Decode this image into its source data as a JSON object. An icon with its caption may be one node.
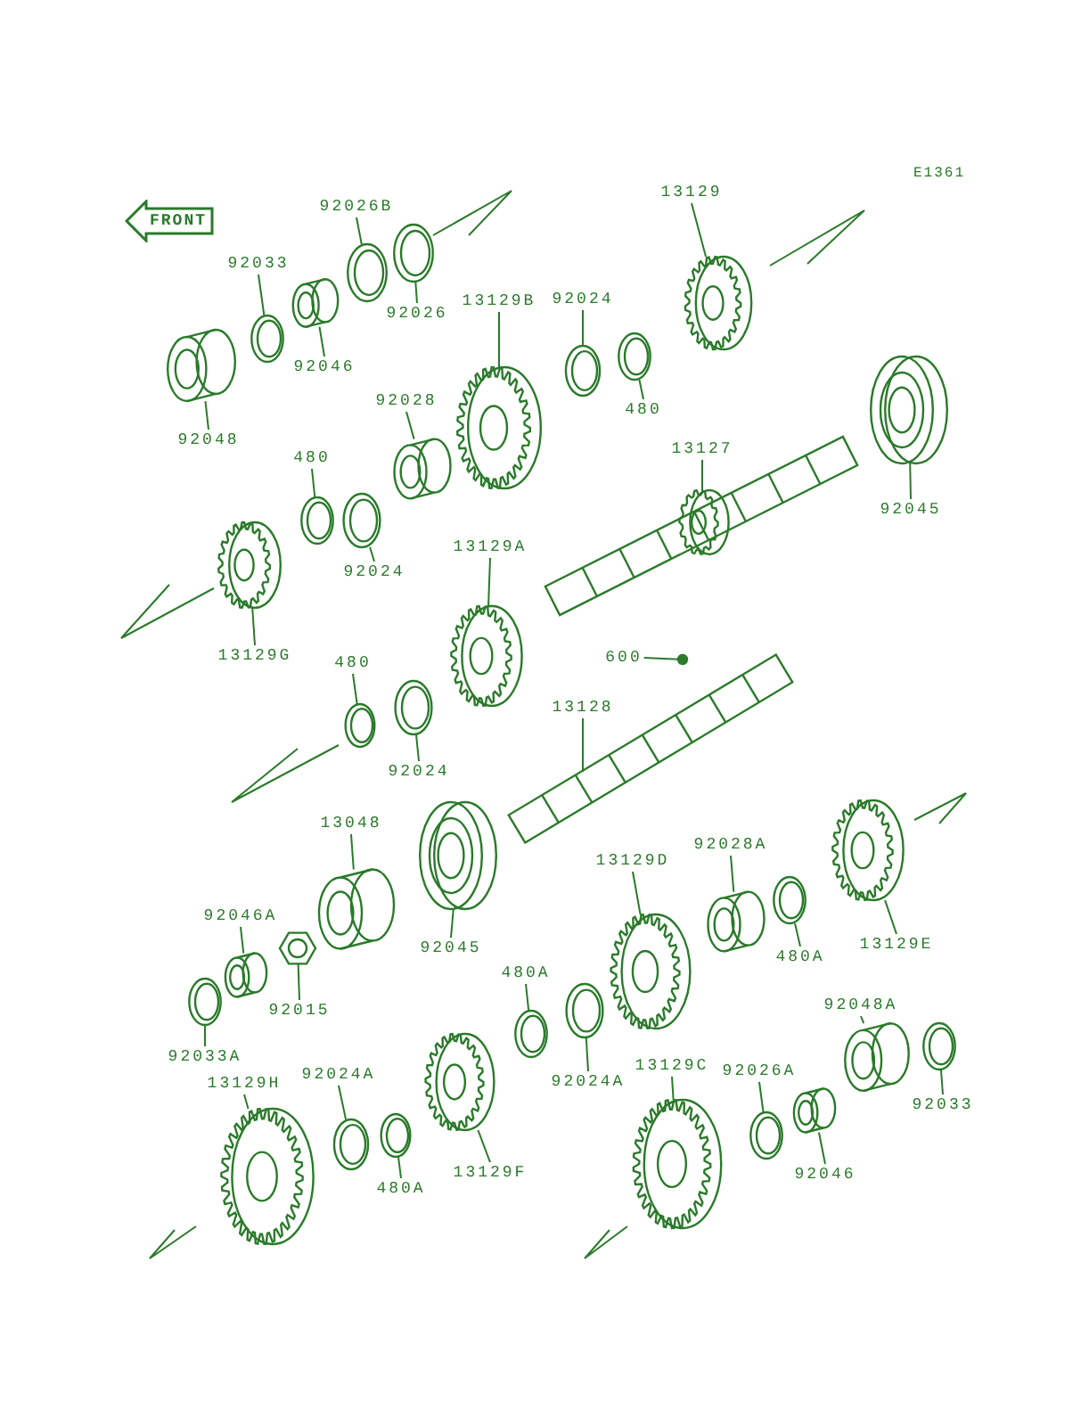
{
  "diagram": {
    "nodes": [
      {
        "text": [
          "FRONT"
        ]
      },
      {
        "text": [
          "92026B"
        ]
      },
      {
        "text": [
          "92033"
        ]
      },
      {
        "text": [
          "92026"
        ]
      },
      {
        "text": [
          "92046"
        ]
      },
      {
        "text": [
          "92048"
        ]
      },
      {
        "text": [
          "13129B"
        ]
      },
      {
        "text": [
          "92024"
        ]
      },
      {
        "text": [
          "480"
        ]
      },
      {
        "text": [
          "13129"
        ]
      },
      {
        "text": [
          "92045"
        ]
      },
      {
        "text": [
          "13127"
        ]
      },
      {
        "text": [
          "92028"
        ]
      },
      {
        "text": [
          "480"
        ]
      },
      {
        "text": [
          "92024"
        ]
      },
      {
        "text": [
          "13129G"
        ]
      },
      {
        "text": [
          "13129A"
        ]
      },
      {
        "text": [
          "600"
        ]
      },
      {
        "text": [
          "13128"
        ]
      },
      {
        "text": [
          "480"
        ]
      },
      {
        "text": [
          "92024"
        ]
      },
      {
        "text": [
          "13048"
        ]
      },
      {
        "text": [
          "92045"
        ]
      },
      {
        "text": [
          "92046A"
        ]
      },
      {
        "text": [
          "92015"
        ]
      },
      {
        "text": [
          "92033A"
        ]
      },
      {
        "text": [
          "13129D"
        ]
      },
      {
        "text": [
          "92028A"
        ]
      },
      {
        "text": [
          "480A"
        ]
      },
      {
        "text": [
          "13129E"
        ]
      },
      {
        "text": [
          "480A"
        ]
      },
      {
        "text": [
          "92024A"
        ]
      },
      {
        "text": [
          "13129H"
        ]
      },
      {
        "text": [
          "92024A"
        ]
      },
      {
        "text": [
          "480A"
        ]
      },
      {
        "text": [
          "13129F"
        ]
      },
      {
        "text": [
          "92048A"
        ]
      },
      {
        "text": [
          "92033"
        ]
      },
      {
        "text": [
          "13129C"
        ]
      },
      {
        "text": [
          "92026A"
        ]
      },
      {
        "text": [
          "92046"
        ]
      },
      {
        "text": [],
        "shape": "ring"
      },
      {
        "text": [],
        "shape": "ring"
      },
      {
        "text": [],
        "shape": "ring"
      },
      {
        "text": [],
        "shape": "cylinder"
      },
      {
        "text": [],
        "shape": "cylinder"
      },
      {
        "text": [],
        "shape": "gear"
      },
      {
        "text": [],
        "shape": "ring"
      },
      {
        "text": [],
        "shape": "ring"
      },
      {
        "text": [],
        "shape": "gear"
      },
      {
        "text": [],
        "shape": "bearing"
      },
      {
        "text": [],
        "shape": "shaft"
      },
      {
        "text": [],
        "shape": "cylinder"
      },
      {
        "text": [],
        "shape": "ring"
      },
      {
        "text": [],
        "shape": "ring"
      },
      {
        "text": [],
        "shape": "gear"
      },
      {
        "text": [],
        "shape": "gear"
      },
      {
        "text": [],
        "shape": "circle"
      },
      {
        "text": [],
        "shape": "shaft"
      },
      {
        "text": [],
        "shape": "ring"
      },
      {
        "text": [],
        "shape": "ring"
      },
      {
        "text": [],
        "shape": "cylinder"
      },
      {
        "text": [],
        "shape": "bearing"
      },
      {
        "text": [],
        "shape": "cylinder"
      },
      {
        "text": [],
        "shape": "nut"
      },
      {
        "text": [],
        "shape": "ring"
      },
      {
        "text": [],
        "shape": "gear"
      },
      {
        "text": [],
        "shape": "cylinder"
      },
      {
        "text": [],
        "shape": "ring"
      },
      {
        "text": [],
        "shape": "gear"
      },
      {
        "text": [],
        "shape": "ring"
      },
      {
        "text": [],
        "shape": "ring"
      },
      {
        "text": [],
        "shape": "gear"
      },
      {
        "text": [],
        "shape": "ring"
      },
      {
        "text": [],
        "shape": "ring"
      },
      {
        "text": [],
        "shape": "gear"
      },
      {
        "text": [],
        "shape": "cylinder"
      },
      {
        "text": [],
        "shape": "ring"
      },
      {
        "text": [],
        "shape": "gear"
      },
      {
        "text": [],
        "shape": "ring"
      },
      {
        "text": [],
        "shape": "cylinder"
      }
    ],
    "edges": [
      {
        "from": 1,
        "to": 41,
        "arrow": "none"
      },
      {
        "from": 2,
        "to": 42,
        "arrow": "none"
      },
      {
        "from": 3,
        "to": 43,
        "arrow": "none"
      },
      {
        "from": 4,
        "to": 44,
        "arrow": "none"
      },
      {
        "from": 5,
        "to": 45,
        "arrow": "none"
      },
      {
        "from": 6,
        "to": 46,
        "arrow": "none"
      },
      {
        "from": 7,
        "to": 47,
        "arrow": "none"
      },
      {
        "from": 8,
        "to": 48,
        "arrow": "none"
      },
      {
        "from": 9,
        "to": 49,
        "arrow": "none"
      },
      {
        "from": 10,
        "to": 50,
        "arrow": "none"
      },
      {
        "from": 11,
        "to": 51,
        "arrow": "none"
      },
      {
        "from": 12,
        "to": 52,
        "arrow": "none"
      },
      {
        "from": 13,
        "to": 53,
        "arrow": "none"
      },
      {
        "from": 14,
        "to": 54,
        "arrow": "none"
      },
      {
        "from": 15,
        "to": 55,
        "arrow": "none"
      },
      {
        "from": 16,
        "to": 56,
        "arrow": "none"
      },
      {
        "from": 17,
        "to": 57,
        "arrow": "none"
      },
      {
        "from": 18,
        "to": 58,
        "arrow": "none"
      },
      {
        "from": 19,
        "to": 59,
        "arrow": "none"
      },
      {
        "from": 20,
        "to": 60,
        "arrow": "none"
      },
      {
        "from": 21,
        "to": 61,
        "arrow": "none"
      },
      {
        "from": 22,
        "to": 62,
        "arrow": "none"
      },
      {
        "from": 23,
        "to": 63,
        "arrow": "none"
      },
      {
        "from": 24,
        "to": 64,
        "arrow": "none"
      },
      {
        "from": 25,
        "to": 65,
        "arrow": "none"
      },
      {
        "from": 26,
        "to": 66,
        "arrow": "none"
      },
      {
        "from": 27,
        "to": 67,
        "arrow": "none"
      },
      {
        "from": 28,
        "to": 68,
        "arrow": "none"
      },
      {
        "from": 29,
        "to": 69,
        "arrow": "none"
      },
      {
        "from": 30,
        "to": 70,
        "arrow": "none"
      },
      {
        "from": 31,
        "to": 71,
        "arrow": "none"
      },
      {
        "from": 32,
        "to": 72,
        "arrow": "none"
      },
      {
        "from": 33,
        "to": 73,
        "arrow": "none"
      },
      {
        "from": 34,
        "to": 74,
        "arrow": "none"
      },
      {
        "from": 35,
        "to": 75,
        "arrow": "none"
      },
      {
        "from": 36,
        "to": 76,
        "arrow": "none"
      },
      {
        "from": 37,
        "to": 77,
        "arrow": "none"
      },
      {
        "from": 38,
        "to": 78,
        "arrow": "none"
      },
      {
        "from": 39,
        "to": 79,
        "arrow": "none"
      },
      {
        "from": 40,
        "to": 80,
        "arrow": "none"
      }
    ],
    "labels": [
      "E1361"
    ]
  }
}
